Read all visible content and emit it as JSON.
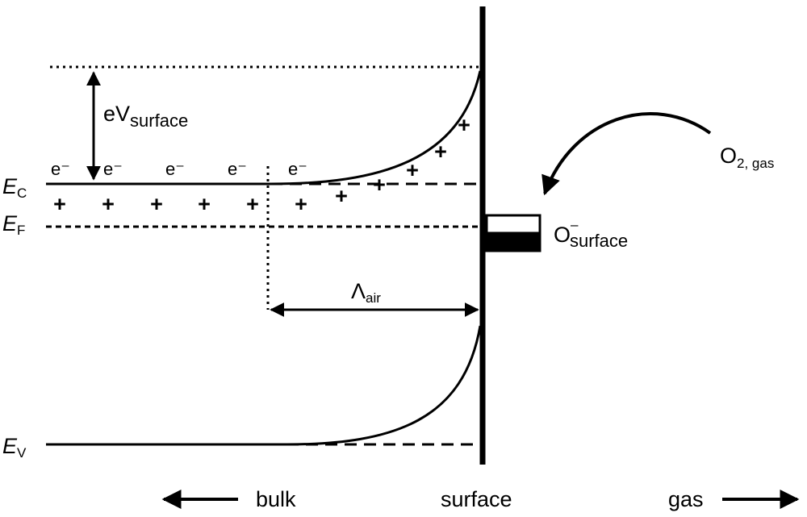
{
  "levels": {
    "ec": {
      "symbol": "E",
      "sub": "C"
    },
    "ef": {
      "symbol": "E",
      "sub": "F"
    },
    "ev": {
      "symbol": "E",
      "sub": "V"
    }
  },
  "barrier": {
    "main": "eV",
    "sub": "surface"
  },
  "electron": "e⁻",
  "plus": "+",
  "debye": {
    "main": "Λ",
    "sub": "air"
  },
  "oxygen_gas": {
    "main": "O",
    "sub": "2, gas"
  },
  "oxygen_surface": {
    "main": "O",
    "sup": "–",
    "sub": "surface"
  },
  "regions": {
    "bulk": "bulk",
    "surface": "surface",
    "gas": "gas"
  },
  "colors": {
    "ink": "#000000",
    "background": "#ffffff"
  }
}
